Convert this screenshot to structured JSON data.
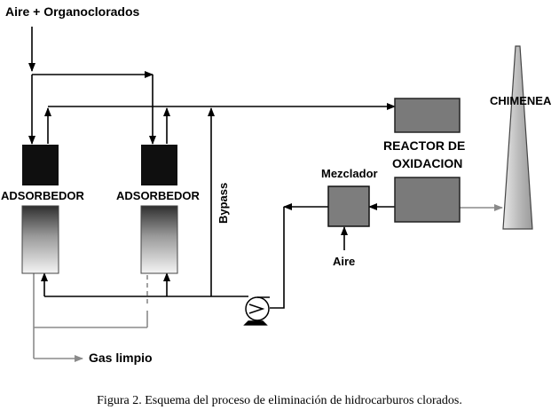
{
  "labels": {
    "input": "Aire + Organoclorados",
    "adsorber_1": "ADSORBEDOR",
    "adsorber_2": "ADSORBEDOR",
    "bypass": "Bypass",
    "mixer": "Mezclador",
    "air": "Aire",
    "reactor_line1": "REACTOR DE",
    "reactor_line2": "OXIDACION",
    "chimney": "CHIMENEA",
    "clean_gas": "Gas limpio"
  },
  "caption": "Figura 2. Esquema del proceso de eliminación de hidrocarburos clorados.",
  "colors": {
    "line": "#000000",
    "clean_line": "#8a8a8a",
    "adsorber_top": "#0f0f0f",
    "reactor": "#7a7a7a",
    "mixer": "#7d7d7d",
    "chimney": "#d0d0d0"
  }
}
